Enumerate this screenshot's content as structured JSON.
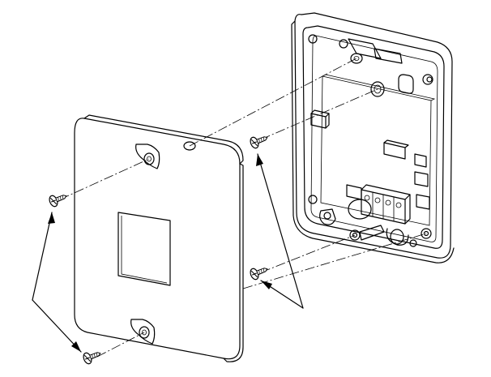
{
  "diagram": {
    "parts": [
      "front-cover",
      "rear-base-with-circuit-board",
      "screw-upper-left",
      "screw-lower-left",
      "screw-upper-middle",
      "screw-lower-middle"
    ],
    "callouts": [
      "left-screws-callout",
      "middle-screws-callout"
    ],
    "line_color": "#000000",
    "background": "#ffffff"
  }
}
